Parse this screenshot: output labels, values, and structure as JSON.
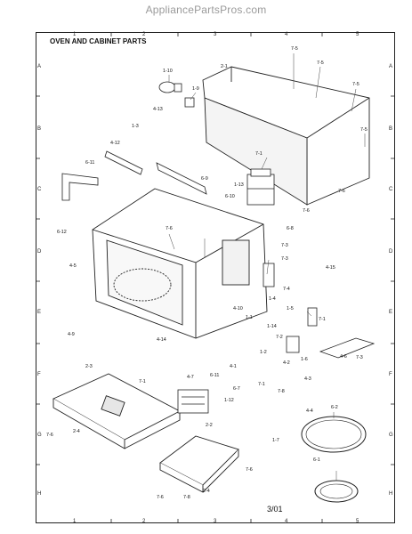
{
  "header": {
    "watermark": "AppliancePartsPros.com"
  },
  "diagram": {
    "title": "OVEN AND CABINET PARTS",
    "footer": "3/01",
    "grid_columns": [
      "1",
      "2",
      "3",
      "4",
      "5"
    ],
    "grid_rows": [
      "A",
      "B",
      "C",
      "D",
      "E",
      "F",
      "G",
      "H"
    ],
    "labels": [
      "7-5",
      "7-5",
      "7-5",
      "7-5",
      "2-1",
      "1-10",
      "1-9",
      "4-13",
      "1-3",
      "4-12",
      "6-11",
      "7-1",
      "1-13",
      "7-6",
      "7-6",
      "6-9",
      "6-10",
      "6-8",
      "7-3",
      "7-3",
      "4-15",
      "6-12",
      "7-6",
      "4-5",
      "7-4",
      "1-4",
      "1-5",
      "4-10",
      "1-1",
      "1-14",
      "7-1",
      "7-2",
      "4-9",
      "1-6",
      "4-6",
      "7-3",
      "4-14",
      "4-1",
      "1-2",
      "4-2",
      "7-1",
      "6-11",
      "4-7",
      "4-3",
      "6-7",
      "7-8",
      "1-12",
      "4-4",
      "6-2",
      "2-3",
      "7-6",
      "2-4",
      "1-7",
      "2-2",
      "7-6",
      "6-1",
      "7-6",
      "7-8",
      "2-4",
      "7-1"
    ]
  }
}
